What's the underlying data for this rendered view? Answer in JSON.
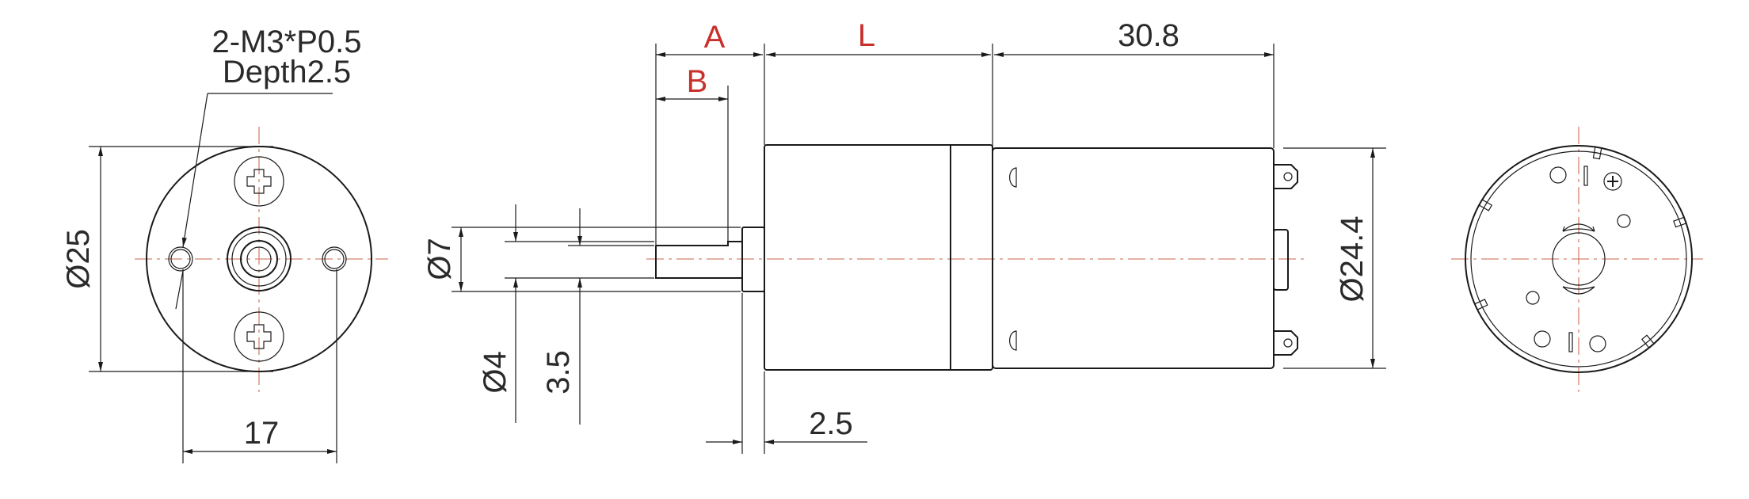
{
  "drawing": {
    "callout": {
      "thread": "2-M3*P0.5",
      "depth": "Depth2.5"
    },
    "front_view": {
      "diameter": "Ø25",
      "hole_spacing": "17"
    },
    "side_view": {
      "dim_a": "A",
      "dim_b": "B",
      "dim_l": "L",
      "motor_length": "30.8",
      "flange_diameter": "Ø7",
      "shaft_diameter": "Ø4",
      "flat_height": "3.5",
      "flange_thickness": "2.5",
      "motor_diameter": "Ø24.4"
    }
  },
  "colors": {
    "line": "#1a1a1a",
    "centerline": "#d4826f",
    "variable_dims": "#c8302c"
  }
}
